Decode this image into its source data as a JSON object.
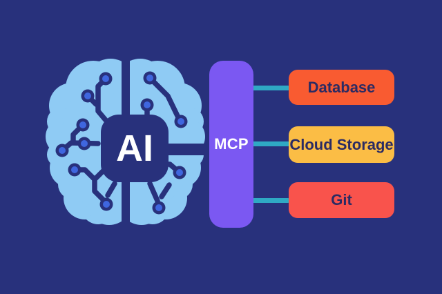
{
  "canvas": {
    "background_color": "#28317C"
  },
  "brain": {
    "label": "AI",
    "fill_color": "#8FCBF4",
    "circuit_color": "#28317C",
    "node_dot_color": "#3F66DF",
    "label_color": "#FFFFFF"
  },
  "hub": {
    "label": "MCP",
    "color": "#7B58F2",
    "label_color": "#FFFFFF"
  },
  "connectors": {
    "color": "#2FA9C4",
    "count": 3
  },
  "targets": [
    {
      "label": "Database",
      "color": "#F95B31",
      "text_color": "#2B2B63"
    },
    {
      "label": "Cloud Storage",
      "color": "#FBBD45",
      "text_color": "#2B2B63"
    },
    {
      "label": "Git",
      "color": "#F9534C",
      "text_color": "#2B2B63"
    }
  ]
}
